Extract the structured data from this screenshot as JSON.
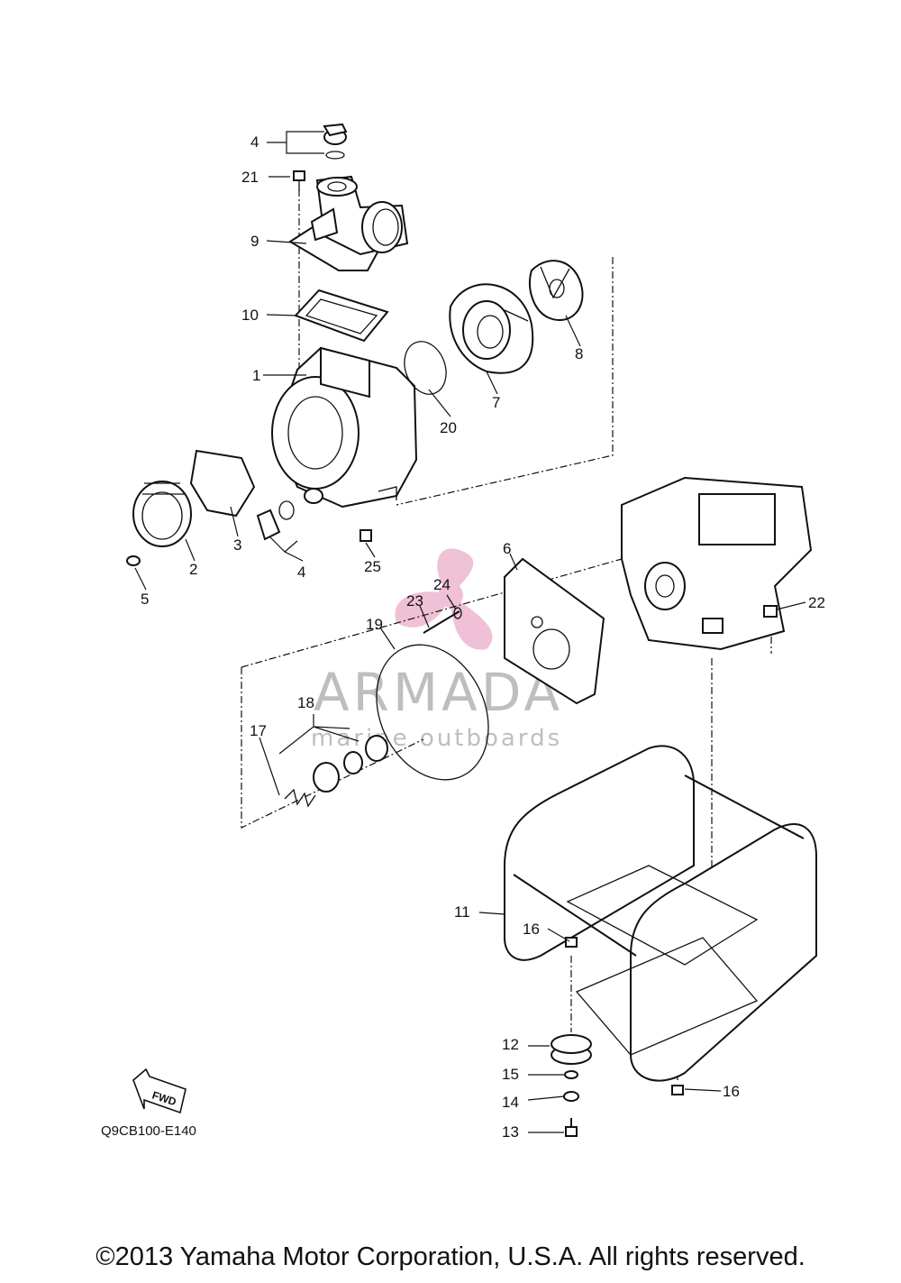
{
  "callouts": [
    {
      "id": "4",
      "label": "4"
    },
    {
      "id": "21",
      "label": "21"
    },
    {
      "id": "9",
      "label": "9"
    },
    {
      "id": "10",
      "label": "10"
    },
    {
      "id": "1",
      "label": "1"
    },
    {
      "id": "20",
      "label": "20"
    },
    {
      "id": "7",
      "label": "7"
    },
    {
      "id": "8",
      "label": "8"
    },
    {
      "id": "2",
      "label": "2"
    },
    {
      "id": "3",
      "label": "3"
    },
    {
      "id": "4b",
      "label": "4"
    },
    {
      "id": "5",
      "label": "5"
    },
    {
      "id": "25",
      "label": "25"
    },
    {
      "id": "6",
      "label": "6"
    },
    {
      "id": "24",
      "label": "24"
    },
    {
      "id": "23",
      "label": "23"
    },
    {
      "id": "19",
      "label": "19"
    },
    {
      "id": "22",
      "label": "22"
    },
    {
      "id": "18",
      "label": "18"
    },
    {
      "id": "17",
      "label": "17"
    },
    {
      "id": "11",
      "label": "11"
    },
    {
      "id": "16",
      "label": "16"
    },
    {
      "id": "12",
      "label": "12"
    },
    {
      "id": "15",
      "label": "15"
    },
    {
      "id": "14",
      "label": "14"
    },
    {
      "id": "13",
      "label": "13"
    },
    {
      "id": "16b",
      "label": "16"
    }
  ],
  "direction_badge": "FWD",
  "figure_code": "Q9CB100-E140",
  "watermark": {
    "brand": "ARMADA",
    "tagline": "marine outboards",
    "color": "#e48fb5"
  },
  "copyright": "©2013 Yamaha Motor Corporation, U.S.A. All rights reserved."
}
